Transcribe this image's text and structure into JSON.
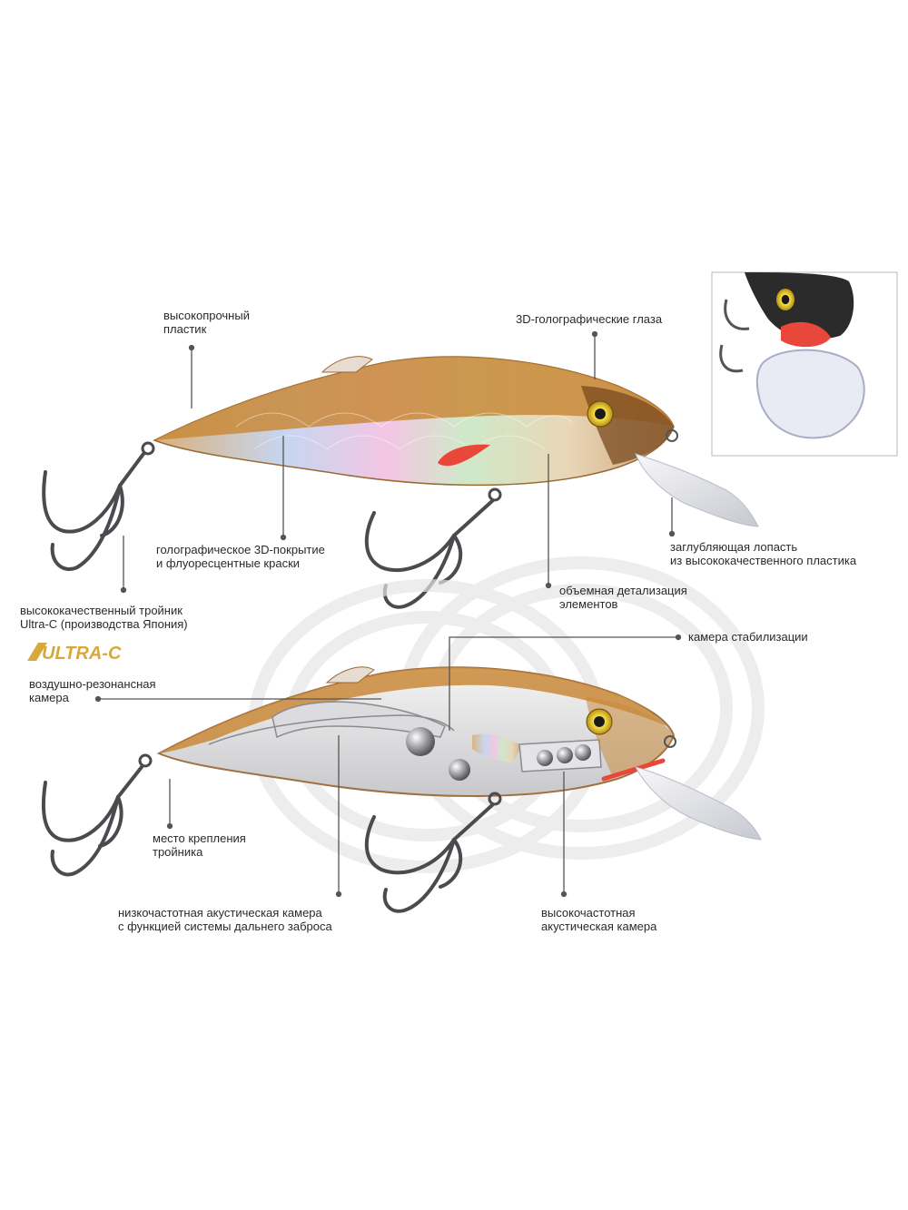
{
  "labels": {
    "plastic": "высокопрочный\nпластик",
    "eyes": "3D-голографические глаза",
    "coating": "голографическое 3D-покрытие\nи флуоресцентные краски",
    "lip": "заглубляющая лопасть\nиз высококачественного пластика",
    "detail": "объемная детализация\nэлементов",
    "hook": "высококачественный тройник\nUltra-C (производства Япония)",
    "stabilization": "камера стабилизации",
    "air_chamber": "воздушно-резонансная\nкамера",
    "hook_mount": "место крепления\nтройника",
    "low_freq": "низкочастотная акустическая камера\nс функцией системы дальнего заброса",
    "high_freq": "высокочастотная\nакустическая камера"
  },
  "logo": {
    "text": "ULTRA-C",
    "color": "#d8a83a"
  },
  "colors": {
    "leader_line": "#555555",
    "body_gold": "#c98a3a",
    "fin_red": "#e8473a",
    "eye_yellow": "#f2d21c"
  }
}
